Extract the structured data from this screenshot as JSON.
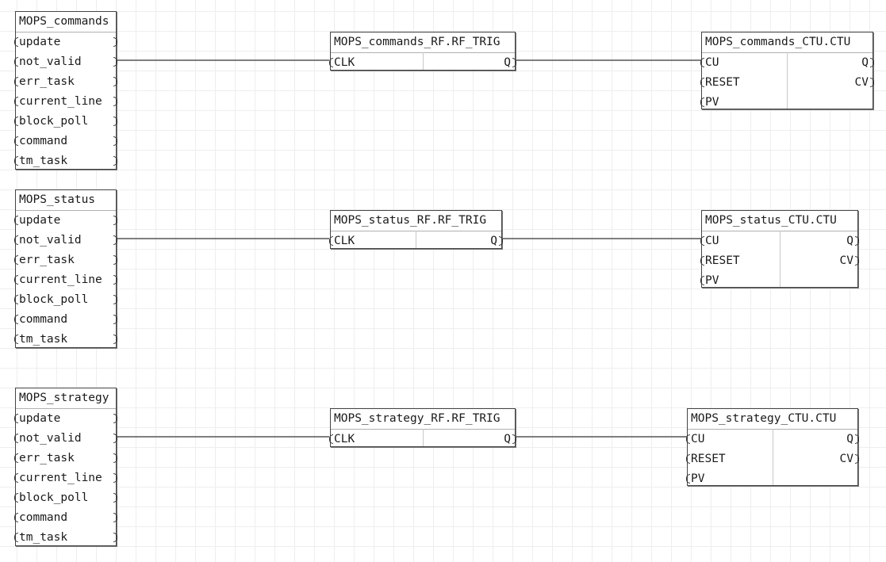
{
  "diagram": {
    "sources": [
      {
        "title": "MOPS_commands",
        "pins": [
          "update",
          "not_valid",
          "err_task",
          "current_line",
          "block_poll",
          "command",
          "tm_task"
        ]
      },
      {
        "title": "MOPS_status",
        "pins": [
          "update",
          "not_valid",
          "err_task",
          "current_line",
          "block_poll",
          "command",
          "tm_task"
        ]
      },
      {
        "title": "MOPS_strategy",
        "pins": [
          "update",
          "not_valid",
          "err_task",
          "current_line",
          "block_poll",
          "command",
          "tm_task"
        ]
      }
    ],
    "triggers": [
      {
        "title": "MOPS_commands_RF.RF_TRIG",
        "input": "CLK",
        "output": "Q"
      },
      {
        "title": "MOPS_status_RF.RF_TRIG",
        "input": "CLK",
        "output": "Q"
      },
      {
        "title": "MOPS_strategy_RF.RF_TRIG",
        "input": "CLK",
        "output": "Q"
      }
    ],
    "counters": [
      {
        "title": "MOPS_commands_CTU.CTU",
        "inputs": [
          "CU",
          "RESET",
          "PV"
        ],
        "outputs": [
          "Q",
          "CV"
        ]
      },
      {
        "title": "MOPS_status_CTU.CTU",
        "inputs": [
          "CU",
          "RESET",
          "PV"
        ],
        "outputs": [
          "Q",
          "CV"
        ]
      },
      {
        "title": "MOPS_strategy_CTU.CTU",
        "inputs": [
          "CU",
          "RESET",
          "PV"
        ],
        "outputs": [
          "Q",
          "CV"
        ]
      }
    ]
  },
  "colors": {
    "wire": "#555555",
    "grid": "#eeeeee",
    "border": "#444444"
  }
}
